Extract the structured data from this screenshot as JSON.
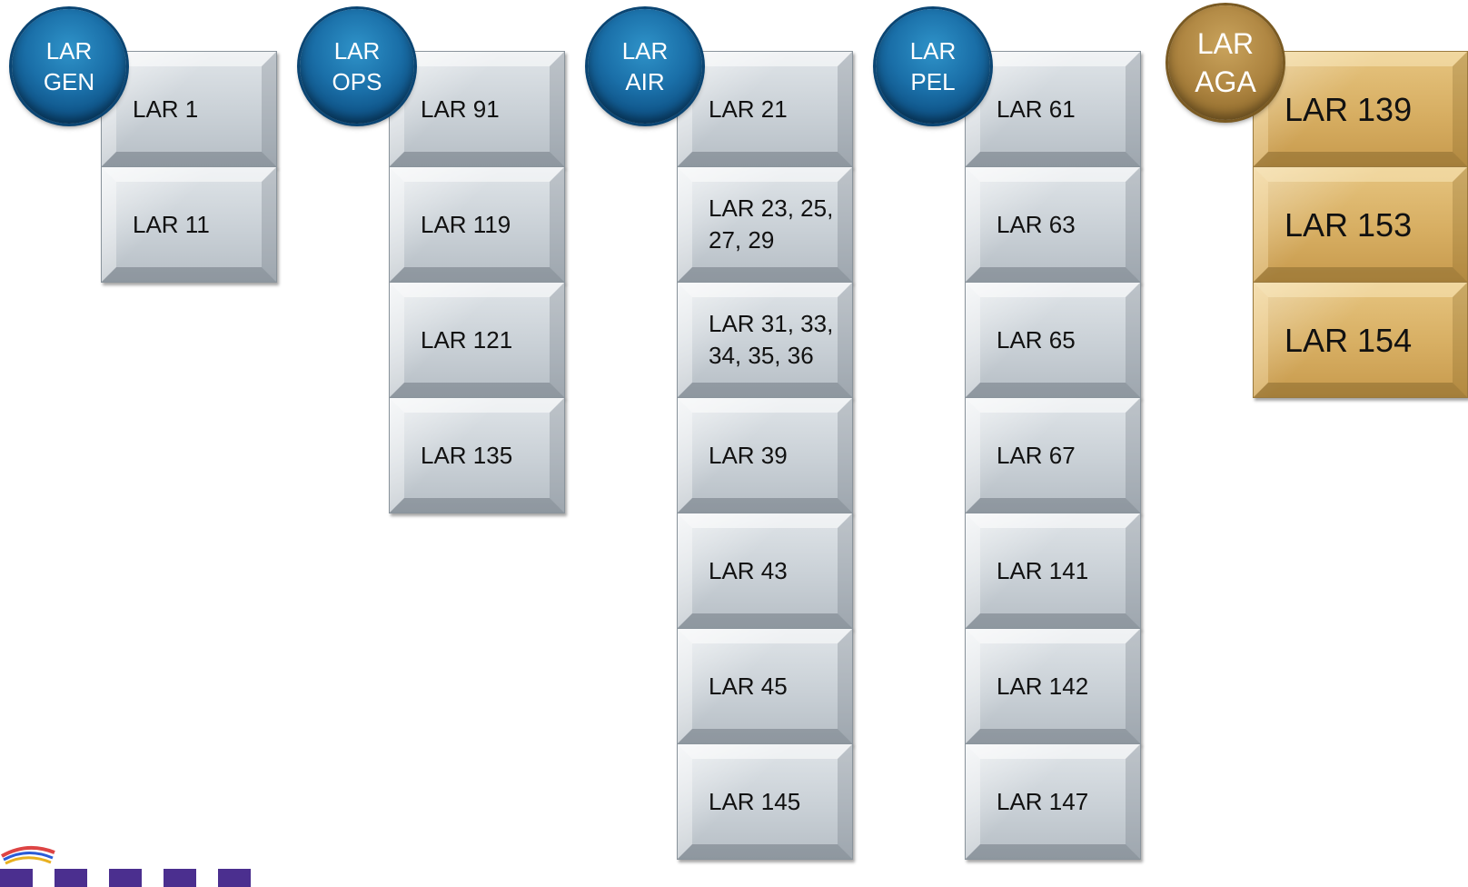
{
  "groups": [
    {
      "badge": [
        "LAR",
        "GEN"
      ],
      "theme": "blue",
      "items": [
        "LAR 1",
        "LAR 11"
      ]
    },
    {
      "badge": [
        "LAR",
        "OPS"
      ],
      "theme": "blue",
      "items": [
        "LAR 91",
        "LAR 119",
        "LAR 121",
        "LAR 135"
      ]
    },
    {
      "badge": [
        "LAR",
        "AIR"
      ],
      "theme": "blue",
      "items": [
        "LAR 21",
        "LAR 23, 25, 27, 29",
        "LAR 31, 33, 34, 35, 36",
        "LAR 39",
        "LAR 43",
        "LAR 45",
        "LAR 145"
      ]
    },
    {
      "badge": [
        "LAR",
        "PEL"
      ],
      "theme": "blue",
      "items": [
        "LAR 61",
        "LAR 63",
        "LAR 65",
        "LAR 67",
        "LAR 141",
        "LAR 142",
        "LAR 147"
      ]
    },
    {
      "badge": [
        "LAR",
        "AGA"
      ],
      "theme": "gold",
      "items": [
        "LAR 139",
        "LAR 153",
        "LAR 154"
      ]
    }
  ],
  "colors": {
    "badge_blue": "#1a6fa8",
    "badge_gold": "#ad8440",
    "box_grey": "#c9d0d6",
    "box_gold": "#d7ae62"
  }
}
